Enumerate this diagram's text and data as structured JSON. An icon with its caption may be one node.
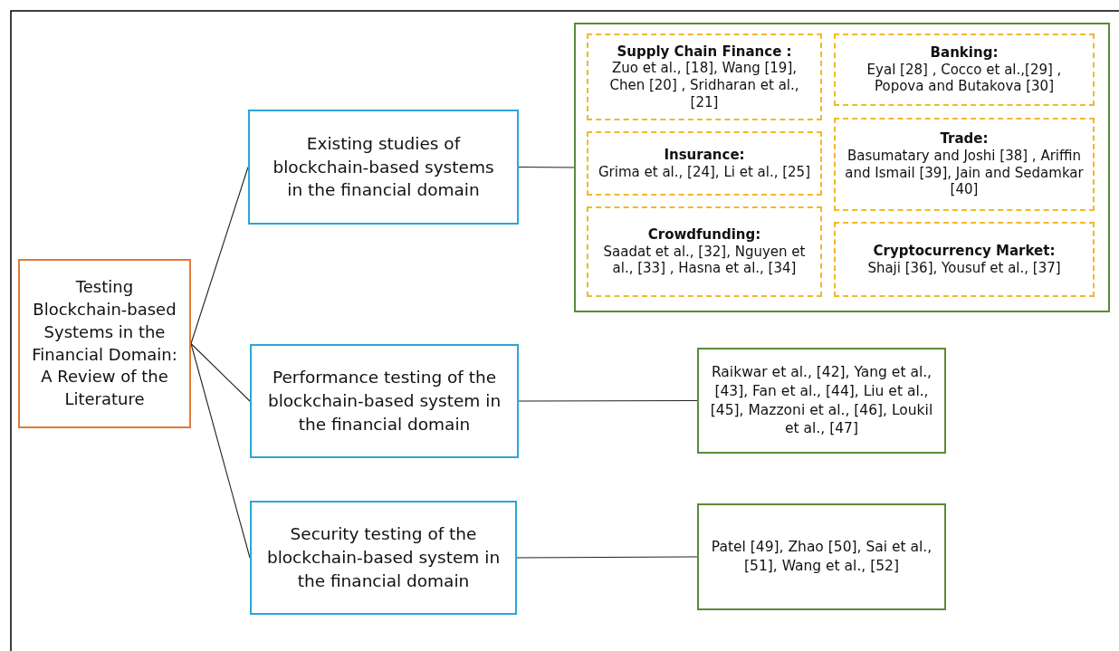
{
  "diagram": {
    "nodes": [
      {
        "text": [
          "Testing Blockchain-based Systems in the Financial Domain: A Review of the Literature"
        ]
      },
      {
        "text": [
          "Existing studies of blockchain-based systems in the financial domain"
        ]
      },
      {
        "text": [
          "Performance testing of the blockchain-based system in the financial domain"
        ]
      },
      {
        "text": [
          "Security testing of the blockchain-based system in the financial domain"
        ]
      },
      {
        "text": [],
        "shape": "box"
      },
      {
        "text": [
          "Supply Chain Finance :",
          "Zuo et al., [18], Wang [19], Chen [20] , Sridharan et al., [21]"
        ],
        "in": 4
      },
      {
        "text": [
          "Banking:",
          "Eyal [28] , Cocco et al.,[29] , Popova and Butakova [30]"
        ],
        "in": 4
      },
      {
        "text": [
          "Insurance:",
          "Grima et al., [24], Li et al., [25]"
        ],
        "in": 4
      },
      {
        "text": [
          "Trade:",
          "Basumatary and Joshi [38] , Ariffin and Ismail [39], Jain and Sedamkar [40]"
        ],
        "in": 4
      },
      {
        "text": [
          "Crowdfunding:",
          "Saadat et al., [32], Nguyen et al., [33] , Hasna et al., [34]"
        ],
        "in": 4
      },
      {
        "text": [
          "Cryptocurrency Market:",
          "Shaji [36], Yousuf et al., [37]"
        ],
        "in": 4
      },
      {
        "text": [
          "Raikwar et al., [42], Yang et al., [43], Fan et al., [44], Liu et al., [45], Mazzoni et al., [46], Loukil et al., [47]"
        ]
      },
      {
        "text": [
          "Patel [49], Zhao [50], Sai et al., [51], Wang et al., [52]"
        ]
      }
    ],
    "edges": [
      {
        "from": 0,
        "to": 1,
        "arrow": "none"
      },
      {
        "from": 0,
        "to": 2,
        "arrow": "none"
      },
      {
        "from": 0,
        "to": 3,
        "arrow": "none"
      },
      {
        "from": 1,
        "to": 4,
        "arrow": "none"
      },
      {
        "from": 2,
        "to": 11,
        "arrow": "none"
      },
      {
        "from": 3,
        "to": 12,
        "arrow": "none"
      }
    ]
  }
}
